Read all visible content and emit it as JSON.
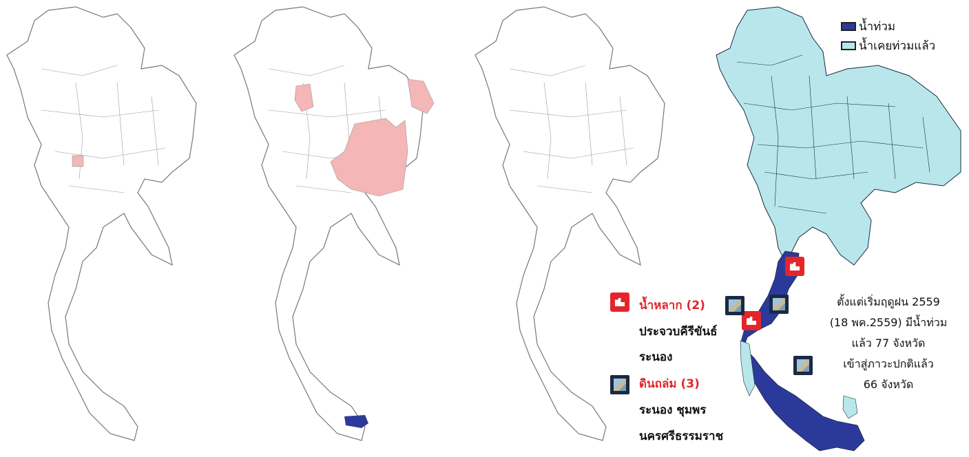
{
  "legend": {
    "flooded": {
      "label": "น้ำท่วม",
      "color": "#2b3a9a"
    },
    "previously_flooded": {
      "label": "น้ำเคยท่วมแล้ว",
      "color": "#b9e6ea"
    }
  },
  "highlight_color": "#f4b6b6",
  "flash_flood": {
    "title": "น้ำหลาก (2)",
    "provinces": [
      "ประจวบคีรีขันธ์",
      "ระนอง"
    ],
    "icon": "flash-flood-icon"
  },
  "landslide": {
    "title": "ดินถล่ม (3)",
    "provinces": [
      "ระนอง ชุมพร",
      "นครศรีธรรมราช"
    ],
    "icon": "landslide-icon"
  },
  "summary": {
    "line1": "ตั้งแต่เริ่มฤดูฝน 2559",
    "line2": "(18 พค.2559) มีน้ำท่วม",
    "line3": "แล้ว 77 จังหวัด",
    "line4": "เข้าสู่ภาวะปกติแล้ว",
    "line5": "66  จังหวัด"
  }
}
